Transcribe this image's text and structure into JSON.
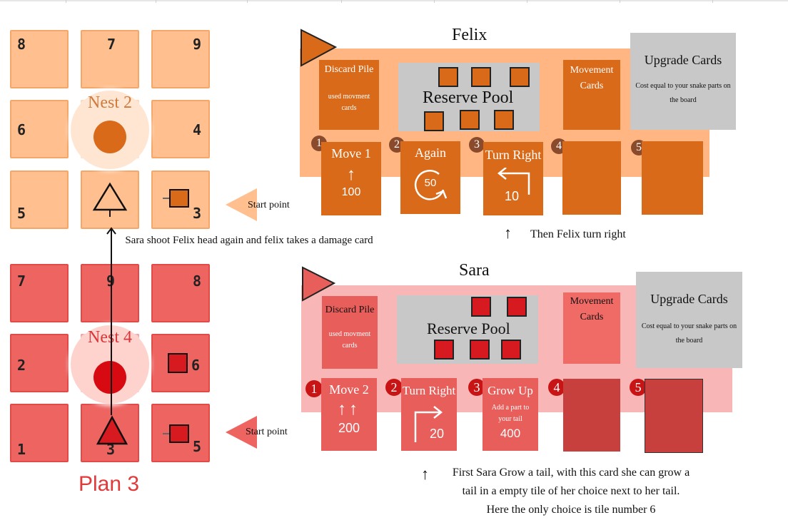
{
  "boards": {
    "felix_board": {
      "tiles": {
        "t1": "8",
        "t2": "7",
        "t3": "9",
        "t4": "6",
        "t6": "4",
        "t7": "5",
        "t9": "3"
      },
      "nest_label": "Nest 2",
      "start_label": "Start point"
    },
    "sara_board": {
      "tiles": {
        "t1": "7",
        "t2": "9",
        "t3": "8",
        "t4": "2",
        "t6": "6",
        "t7": "1",
        "t8": "3",
        "t9": "5"
      },
      "nest_label": "Nest 4",
      "start_label": "Start point"
    },
    "plan_label": "Plan 3",
    "shot_note": "Sara shoot  Felix head again and felix takes a damage card"
  },
  "felix": {
    "name": "Felix",
    "discard_title": "Discard Pile",
    "discard_sub": "used movment cards",
    "reserve_title": "Reserve Pool",
    "movement_title": "Movement Cards",
    "upgrade_title": "Upgrade Cards",
    "upgrade_sub": "Cost equal to your snake parts on the board",
    "slots": [
      "1",
      "2",
      "3",
      "4",
      "5"
    ],
    "cards": [
      {
        "title": "Move 1",
        "symbol": "↑",
        "value": "100"
      },
      {
        "title": "Again",
        "symbol": "50",
        "value": ""
      },
      {
        "title": "Turn Right",
        "symbol": "",
        "value": "10"
      }
    ],
    "note": "Then Felix turn right",
    "note_arrow": "↑"
  },
  "sara": {
    "name": "Sara",
    "discard_title": "Discard Pile",
    "discard_sub": "used movment cards",
    "reserve_title": "Reserve Pool",
    "movement_title": "Movement Cards",
    "upgrade_title": "Upgrade Cards",
    "upgrade_sub": "Cost equal to your snake parts on the board",
    "slots": [
      "1",
      "2",
      "3",
      "4",
      "5"
    ],
    "cards": [
      {
        "title": "Move 2",
        "symbol": "↑↑",
        "value": "200"
      },
      {
        "title": "Turn Right",
        "symbol": "",
        "value": "20"
      },
      {
        "title": "Grow Up",
        "symbol": "Add a part to your tail",
        "value": "400"
      }
    ],
    "note_arrow": "↑",
    "note_lines": [
      "First Sara Grow a tail, with this card she can grow a",
      "tail in a empty tile of her choice next to her tail.",
      "Here the only choice is tile number 6"
    ]
  },
  "colors": {
    "felix_accent": "#d96a1a",
    "felix_panel": "#ffb682",
    "sara_accent": "#e85e5a",
    "sara_panel": "#f9b6b6",
    "plan_red": "#e03a3a"
  }
}
